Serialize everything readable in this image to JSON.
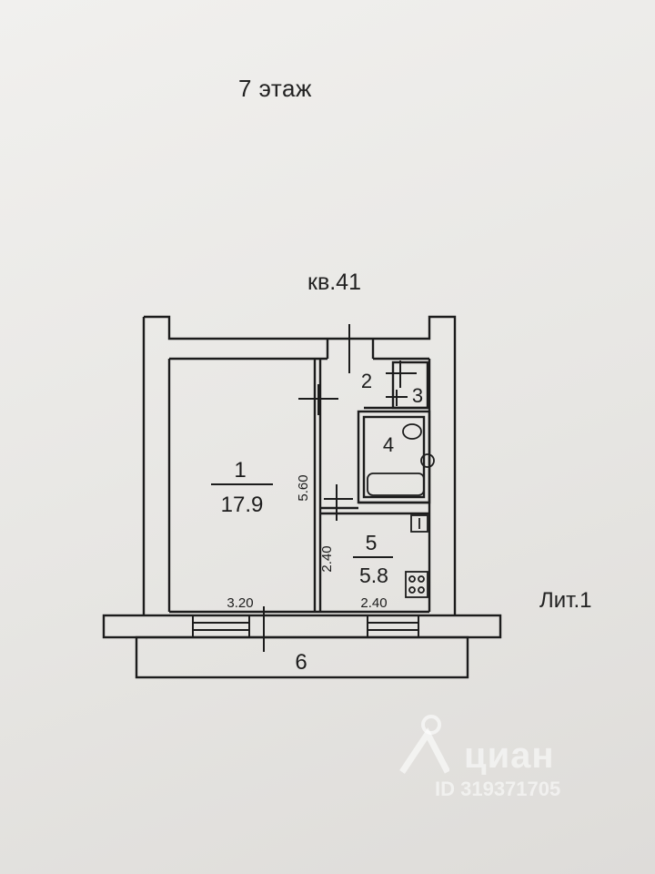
{
  "floor_label": "7 этаж",
  "apartment_label": "кв.41",
  "building_label": "Лит.1",
  "rooms": [
    {
      "number": "1",
      "area": "17.9"
    },
    {
      "number": "2",
      "area": ""
    },
    {
      "number": "3",
      "area": ""
    },
    {
      "number": "4",
      "area": ""
    },
    {
      "number": "5",
      "area": "5.8"
    }
  ],
  "dimensions": {
    "room1_length": "5.60",
    "room1_width": "3.20",
    "kitchen_width": "2.40",
    "kitchen_length": "2.40",
    "balcony_number": "6"
  },
  "watermark": {
    "brand": "циан",
    "id_text": "ID 319371705"
  },
  "colors": {
    "line": "#1c1c1c",
    "paper": "#ecebe8"
  }
}
